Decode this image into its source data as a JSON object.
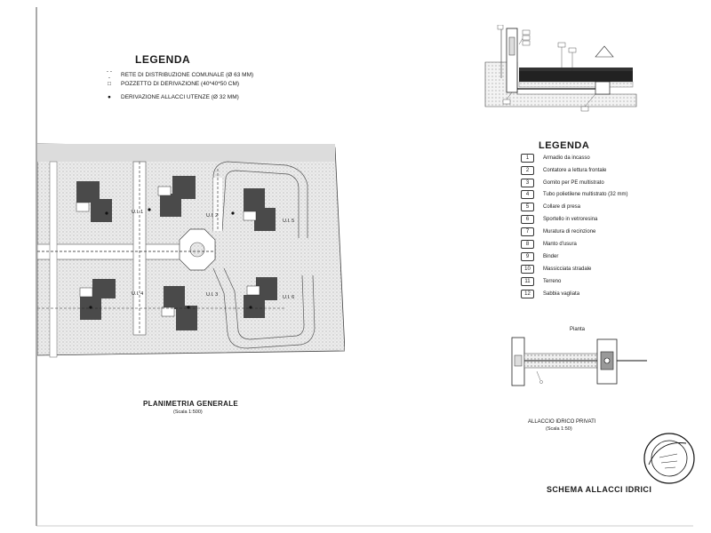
{
  "legend_left": {
    "title": "LEGENDA",
    "items": [
      {
        "symbol": "- - -",
        "label": "RETE DI DISTRIBUZIONE COMUNALE (Ø 63 MM)"
      },
      {
        "symbol": "□",
        "label": "POZZETTO DI DERIVAZIONE (40*40*50 CM)"
      },
      {
        "symbol": "●",
        "label": "DERIVAZIONE ALLACCI UTENZE (Ø 32 MM)"
      }
    ]
  },
  "legend_right": {
    "title": "LEGENDA",
    "items": [
      {
        "num": "1",
        "label": "Armadio da incasso"
      },
      {
        "num": "2",
        "label": "Contatore a lettura frontale"
      },
      {
        "num": "3",
        "label": "Gomito per PE multistrato"
      },
      {
        "num": "4",
        "label": "Tubo polietilene multistrato (32 mm)"
      },
      {
        "num": "5",
        "label": "Collare di presa"
      },
      {
        "num": "6",
        "label": "Sportello in vetroresina"
      },
      {
        "num": "7",
        "label": "Muratura di recinzione"
      },
      {
        "num": "8",
        "label": "Manto d'usura"
      },
      {
        "num": "9",
        "label": "Binder"
      },
      {
        "num": "10",
        "label": "Massicciata stradale"
      },
      {
        "num": "11",
        "label": "Terreno"
      },
      {
        "num": "12",
        "label": "Sabbia vagliata"
      }
    ]
  },
  "plan": {
    "title": "PLANIMETRIA GENERALE",
    "scale": "(Scala 1:500)",
    "units": [
      "U.I. 1",
      "U.I. 2",
      "U.I. 3",
      "U.I. 4",
      "U.I. 5",
      "U.I. 6"
    ]
  },
  "pianta_label": "Pianta",
  "allaccio": {
    "title": "ALLACCIO IDRICO PRIVATI",
    "scale": "(Scala 1:50)"
  },
  "schema_title": "SCHEMA ALLACCI IDRICI",
  "colors": {
    "ink": "#1a1a1a",
    "building": "#4a4a4a",
    "road": "#ffffff",
    "ground": "#e4e4e4"
  }
}
